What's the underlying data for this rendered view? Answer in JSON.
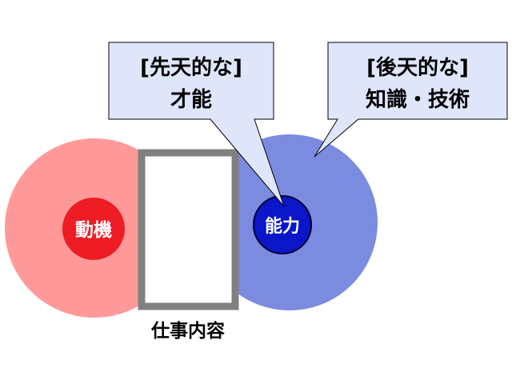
{
  "diagram": {
    "motivation": {
      "label": "動機",
      "outer_color": "#ff9999",
      "inner_color": "#ee1c24"
    },
    "ability": {
      "label": "能力",
      "outer_color": "#7b8be0",
      "inner_color": "#0a16c8"
    },
    "job_content": {
      "label": "仕事内容",
      "frame_color": "#808080"
    },
    "callout_innate": {
      "line1": "[先天的な]",
      "line2": "才能",
      "fill": "#dfe6fa"
    },
    "callout_acquired": {
      "line1": "[後天的な]",
      "line2": "知識・技術",
      "fill": "#dfe6fa"
    }
  }
}
